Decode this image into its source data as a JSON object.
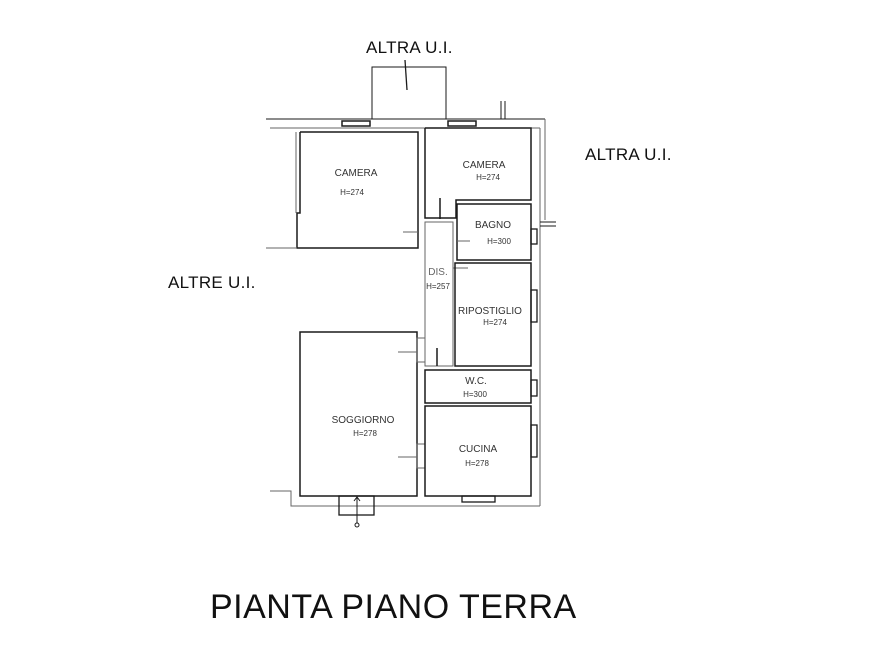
{
  "drawing": {
    "title": "PIANTA PIANO TERRA",
    "neighbors": {
      "top": "ALTRA U.I.",
      "right": "ALTRA U.I.",
      "left": "ALTRE U.I."
    },
    "rooms": [
      {
        "name": "CAMERA",
        "height": "H=274"
      },
      {
        "name": "CAMERA",
        "height": "H=274"
      },
      {
        "name": "BAGNO",
        "height": "H=300"
      },
      {
        "name": "DIS.",
        "height": "H=257"
      },
      {
        "name": "RIPOSTIGLIO",
        "height": "H=274"
      },
      {
        "name": "W.C.",
        "height": "H=300"
      },
      {
        "name": "SOGGIORNO",
        "height": "H=278"
      },
      {
        "name": "CUCINA",
        "height": "H=278"
      }
    ],
    "colors": {
      "line": "#1a1a1a",
      "thin": "#555555",
      "background": "#ffffff"
    }
  }
}
